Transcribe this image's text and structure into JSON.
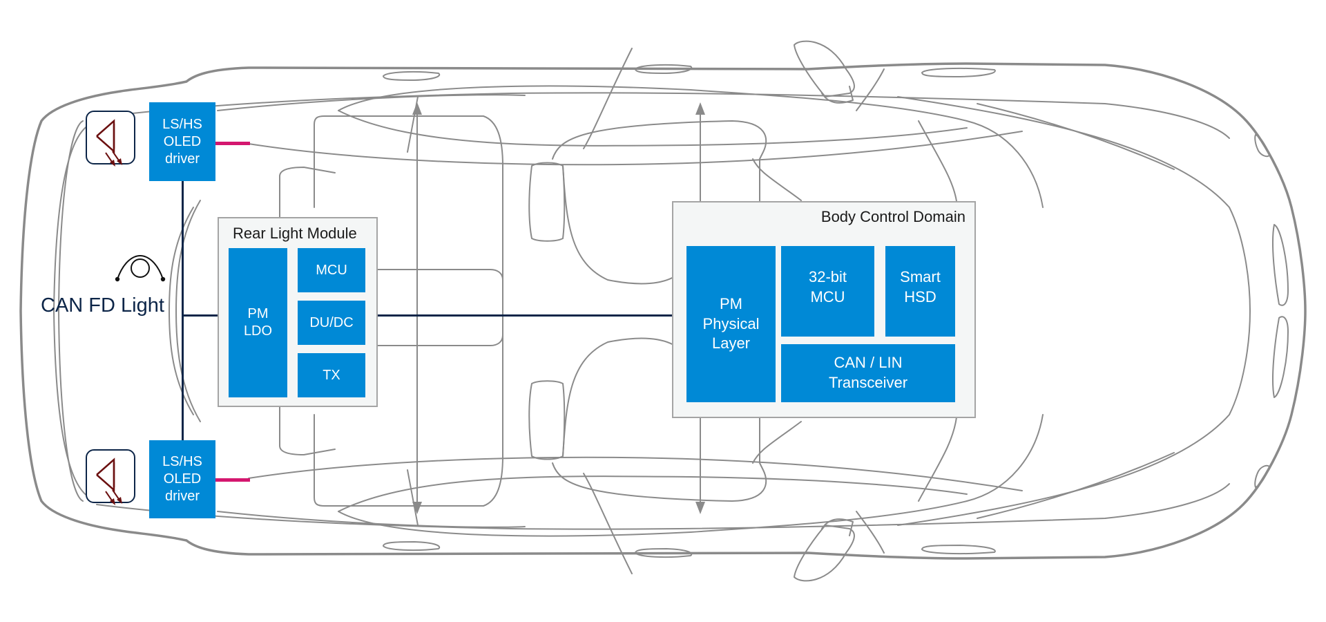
{
  "diagram": {
    "title": "Automotive rear lighting and body control architecture",
    "background_illustration": "car-top-view-outline",
    "colors": {
      "block_fill": "#0089d6",
      "block_text": "#ffffff",
      "module_fill": "#f4f6f6",
      "module_border": "#a4a4a4",
      "bus_line": "#0c2548",
      "led_connection": "#d4176f",
      "led_icon": "#6b1010",
      "car_outline": "#8a8a8a"
    },
    "bus": {
      "label": "CAN FD Light",
      "icon": "fiber-loop-icon"
    },
    "oled_drivers": [
      {
        "id": "oled-driver-top",
        "label": "LS/HS\nOLED\ndriver",
        "icon": "oled-led-icon"
      },
      {
        "id": "oled-driver-bottom",
        "label": "LS/HS\nOLED\ndriver",
        "icon": "oled-led-icon"
      }
    ],
    "rear_light_module": {
      "title": "Rear Light Module",
      "blocks": {
        "pm_ldo": "PM\nLDO",
        "mcu": "MCU",
        "du_dc": "DU/DC",
        "tx": "TX"
      }
    },
    "body_control_domain": {
      "title": "Body Control Domain",
      "blocks": {
        "pm_physical_layer": "PM\nPhysical\nLayer",
        "mcu_32bit": "32-bit\nMCU",
        "smart_hsd": "Smart\nHSD",
        "can_lin_transceiver": "CAN / LIN\nTransceiver"
      }
    }
  }
}
